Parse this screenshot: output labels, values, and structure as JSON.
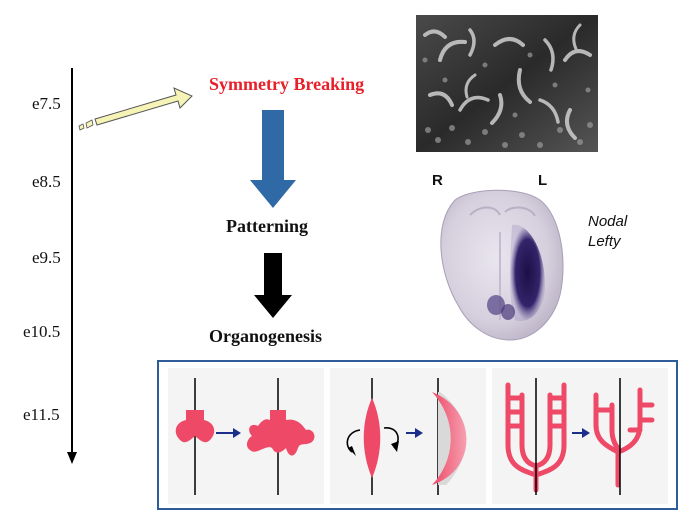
{
  "timeline": {
    "stages": [
      "e7.5",
      "e8.5",
      "e9.5",
      "e10.5",
      "e11.5"
    ]
  },
  "flow": {
    "step1": "Symmetry Breaking",
    "step2": "Patterning",
    "step3": "Organogenesis"
  },
  "embryo_image": {
    "right_label": "R",
    "left_label": "L",
    "genes": [
      "Nodal",
      "Lefty"
    ]
  },
  "colors": {
    "symmetry_text": "#e8202a",
    "blue_arrow": "#2f69a6",
    "yellow_arrow": "#f6f3b6",
    "panel_border": "#2e5c9a",
    "organ_pink": "#ee4a68",
    "in_situ_stain": "#2b1a5c"
  },
  "icons": [
    "cilia-sem-image",
    "embryo-in-situ-image",
    "lung-lobe-icon",
    "heart-loop-icon",
    "vessel-remodel-icon"
  ]
}
